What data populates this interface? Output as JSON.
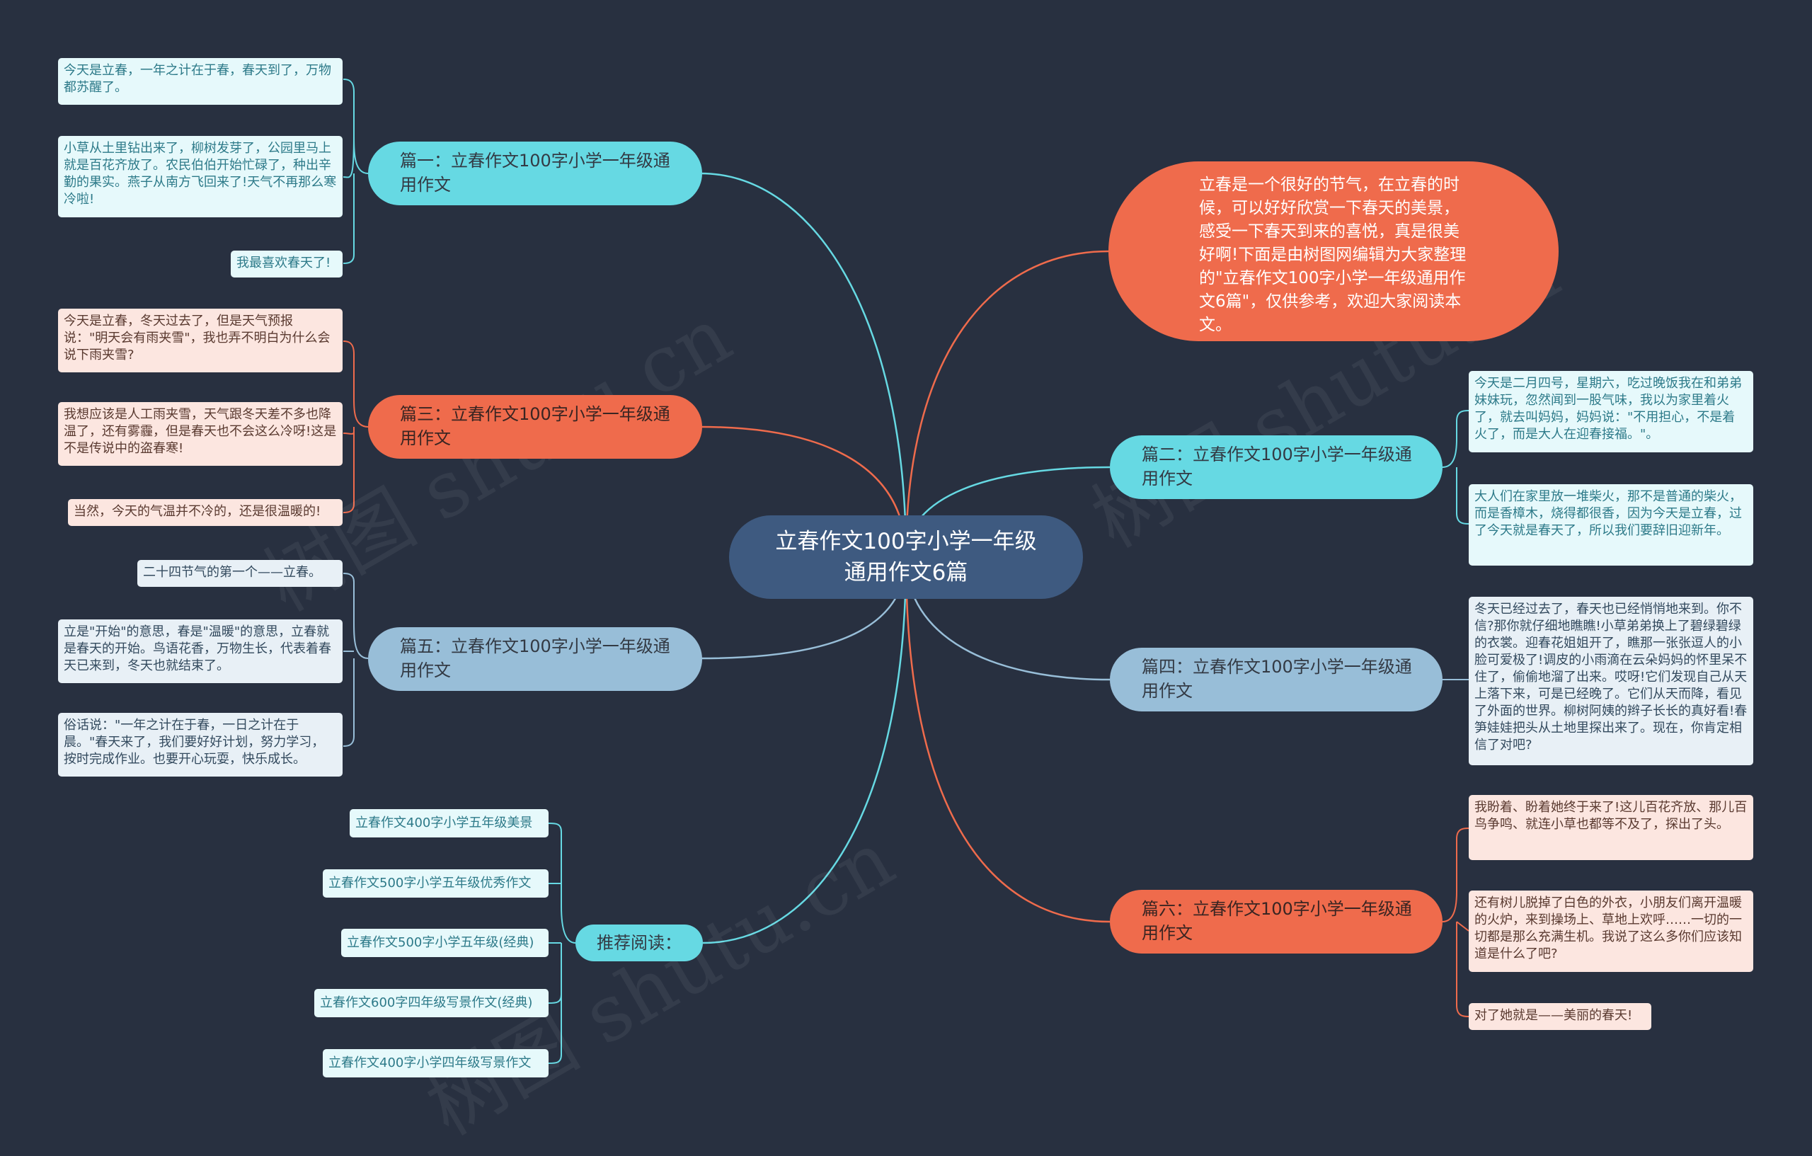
{
  "center": {
    "title": "立春作文100字小学一年级通用作文6篇"
  },
  "intro": {
    "text": "立春是一个很好的节气，在立春的时候，可以好好欣赏一下春天的美景，感受一下春天到来的喜悦，真是很美好啊!下面是由树图网编辑为大家整理的\"立春作文100字小学一年级通用作文6篇\"，仅供参考，欢迎大家阅读本文。"
  },
  "branches": {
    "b1": {
      "label": "篇一：立春作文100字小学一年级通用作文",
      "leaves": [
        "今天是立春，一年之计在于春，春天到了，万物都苏醒了。",
        "小草从土里钻出来了，柳树发芽了，公园里马上就是百花齐放了。农民伯伯开始忙碌了，种出辛勤的果实。燕子从南方飞回来了!天气不再那么寒冷啦!",
        "我最喜欢春天了!"
      ]
    },
    "b3": {
      "label": "篇三：立春作文100字小学一年级通用作文",
      "leaves": [
        "今天是立春，冬天过去了，但是天气预报说：\"明天会有雨夹雪\"，我也弄不明白为什么会说下雨夹雪?",
        "我想应该是人工雨夹雪，天气跟冬天差不多也降温了，还有雾霾，但是春天也不会这么冷呀!这是不是传说中的盗春寒!",
        "当然，今天的气温并不冷的，还是很温暖的!"
      ]
    },
    "b5": {
      "label": "篇五：立春作文100字小学一年级通用作文",
      "leaves": [
        "二十四节气的第一个——立春。",
        "立是\"开始\"的意思，春是\"温暖\"的意思，立春就是春天的开始。鸟语花香，万物生长，代表着春天已来到，冬天也就结束了。",
        "俗话说：\"一年之计在于春，一日之计在于晨。\"春天来了，我们要好好计划，努力学习，按时完成作业。也要开心玩耍，快乐成长。"
      ]
    },
    "b2": {
      "label": "篇二：立春作文100字小学一年级通用作文",
      "leaves": [
        "今天是二月四号，星期六，吃过晚饭我在和弟弟妹妹玩，忽然闻到一股气味，我以为家里着火了，就去叫妈妈，妈妈说：\"不用担心，不是着火了，而是大人在迎春接福。\"。",
        "大人们在家里放一堆柴火，那不是普通的柴火，而是香樟木，烧得都很香，因为今天是立春，过了今天就是春天了，所以我们要辞旧迎新年。"
      ]
    },
    "b4": {
      "label": "篇四：立春作文100字小学一年级通用作文",
      "leaves": [
        "冬天已经过去了，春天也已经悄悄地来到。你不信?那你就仔细地瞧瞧!小草弟弟换上了碧绿碧绿的衣裳。迎春花姐姐开了，瞧那一张张逗人的小脸可爱极了!调皮的小雨滴在云朵妈妈的怀里呆不住了，偷偷地溜了出来。哎呀!它们发现自己从天上落下来，可是已经晚了。它们从天而降，看见了外面的世界。柳树阿姨的辫子长长的真好看!春笋娃娃把头从土地里探出来了。现在，你肯定相信了对吧?"
      ]
    },
    "b6": {
      "label": "篇六：立春作文100字小学一年级通用作文",
      "leaves": [
        "我盼着、盼着她终于来了!这儿百花齐放、那儿百鸟争鸣、就连小草也都等不及了，探出了头。",
        "还有树儿脱掉了白色的外衣，小朋友们离开温暖的火炉，来到操场上、草地上欢呼……一切的一切都是那么充满生机。我说了这么多你们应该知道是什么了吧?",
        "对了她就是——美丽的春天!"
      ]
    }
  },
  "recommend": {
    "label": "推荐阅读：",
    "items": [
      "立春作文400字小学五年级美景",
      "立春作文500字小学五年级优秀作文",
      "立春作文500字小学五年级(经典)",
      "立春作文600字四年级写景作文(经典)",
      "立春作文400字小学四年级写景作文"
    ]
  },
  "colors": {
    "background": "#283040",
    "center": "#3e5a80",
    "teal": "#66d9e3",
    "orange": "#ef6b4c",
    "blue": "#98bed8"
  }
}
